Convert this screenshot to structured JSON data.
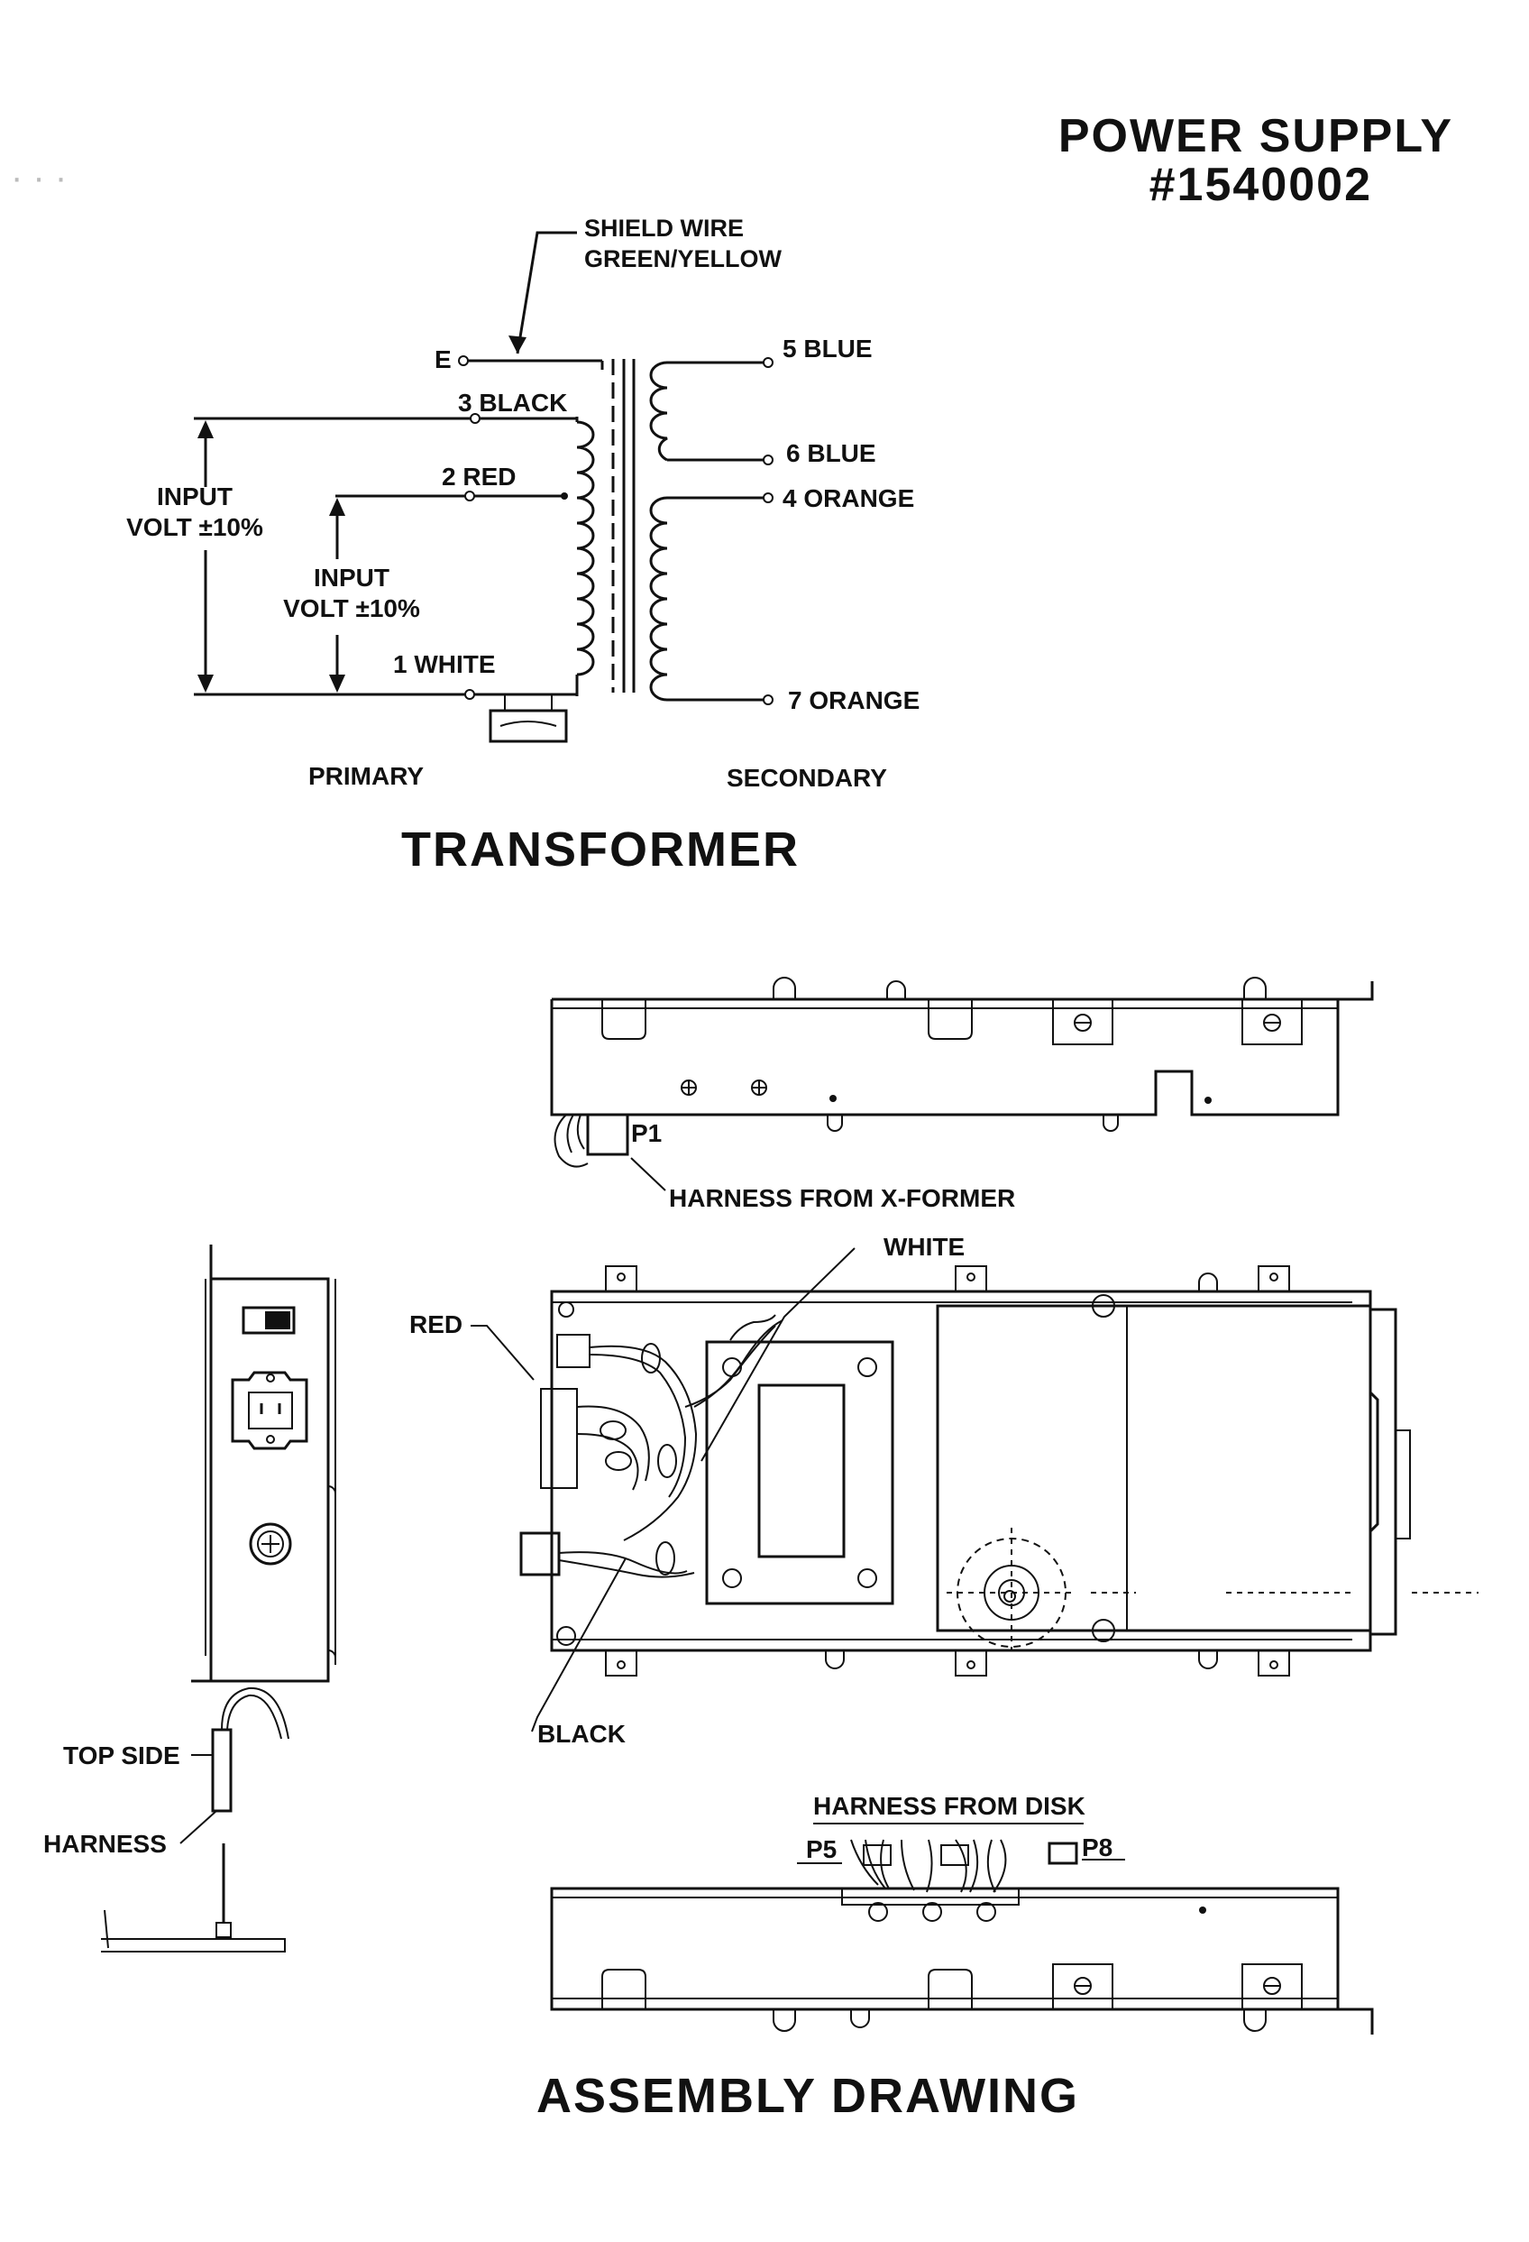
{
  "header": {
    "title_line1": "POWER SUPPLY",
    "title_line2": "#1540002"
  },
  "transformer": {
    "title": "TRANSFORMER",
    "shield_line1": "SHIELD WIRE",
    "shield_line2": "GREEN/YELLOW",
    "terminal_e": "E",
    "primary_taps": [
      "3 BLACK",
      "2 RED",
      "1 WHITE"
    ],
    "secondary_taps": [
      "5 BLUE",
      "6 BLUE",
      "4 ORANGE",
      "7 ORANGE"
    ],
    "input_outer_line1": "INPUT",
    "input_outer_line2": "VOLT ±10%",
    "input_inner_line1": "INPUT",
    "input_inner_line2": "VOLT ±10%",
    "primary_label": "PRIMARY",
    "secondary_label": "SECONDARY"
  },
  "assembly": {
    "title": "ASSEMBLY DRAWING",
    "p1_label": "P1",
    "harness_xformer": "HARNESS FROM X-FORMER",
    "white_label": "WHITE",
    "red_label": "RED",
    "black_label": "BLACK",
    "harness_disk": "HARNESS FROM DISK",
    "p5_label": "P5",
    "p8_label": "P8",
    "top_side": "TOP SIDE",
    "harness": "HARNESS"
  }
}
